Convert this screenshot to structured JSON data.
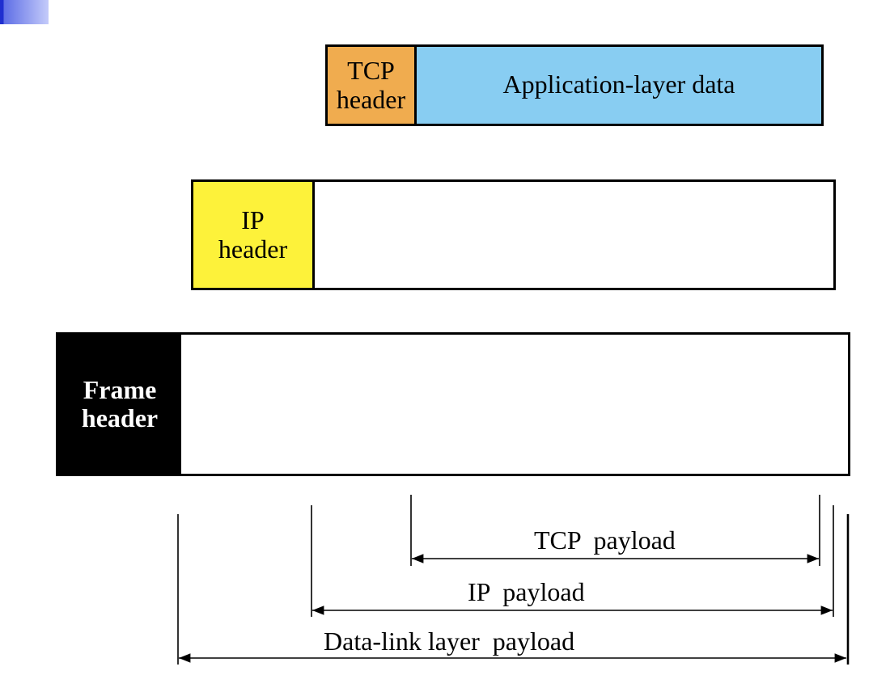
{
  "corner_tab": {
    "color": "#5f6fe6"
  },
  "tcp_segment": {
    "header_line1": "TCP",
    "header_line2": "header",
    "data_label": "Application-layer data",
    "header_color": "#f0ac4f",
    "data_color": "#88cdf2"
  },
  "ip_packet": {
    "header_line1": "IP",
    "header_line2": "header",
    "header_color": "#fdf23a"
  },
  "frame": {
    "header_line1": "Frame",
    "header_line2": "header",
    "header_color": "#000000"
  },
  "dimensions": {
    "tcp_payload": "TCP  payload",
    "ip_payload": "IP  payload",
    "datalink_payload": "Data-link layer  payload"
  }
}
